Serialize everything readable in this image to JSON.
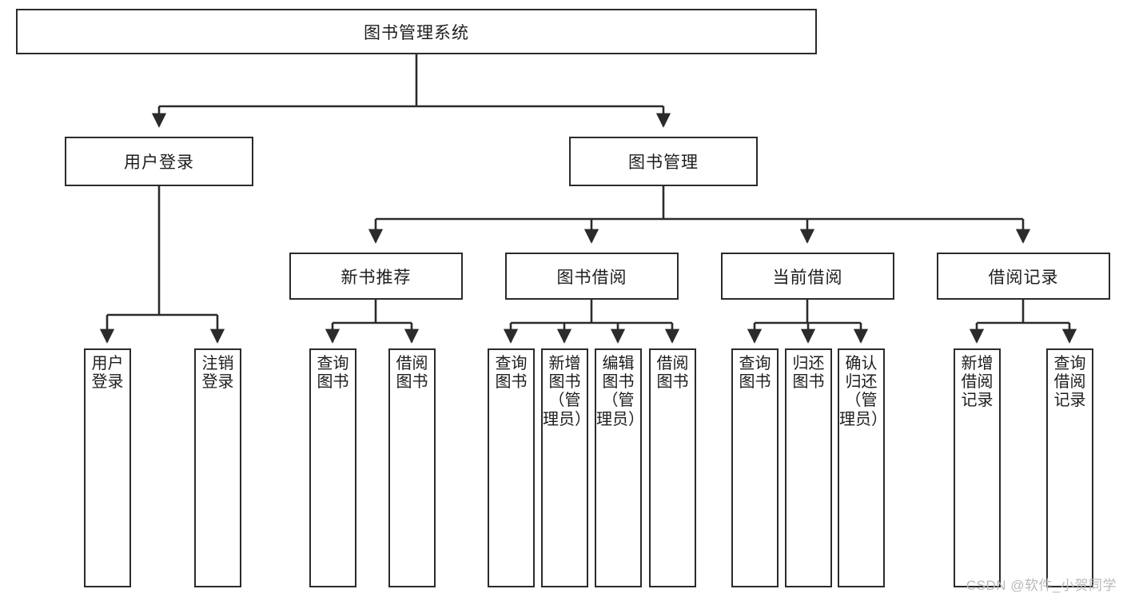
{
  "diagram": {
    "title": "图书管理系统",
    "type": "tree-hierarchy-chart",
    "root": {
      "label": "图书管理系统"
    },
    "level1": [
      {
        "label": "用户登录"
      },
      {
        "label": "图书管理"
      }
    ],
    "level2": [
      {
        "label": "新书推荐"
      },
      {
        "label": "图书借阅"
      },
      {
        "label": "当前借阅"
      },
      {
        "label": "借阅记录"
      }
    ],
    "leaves": {
      "user_login": [
        {
          "label": "用户登录"
        },
        {
          "label": "注销登录"
        }
      ],
      "new_book_recommend": [
        {
          "label": "查询图书"
        },
        {
          "label": "借阅图书"
        }
      ],
      "book_borrow": [
        {
          "label": "查询图书"
        },
        {
          "label": "新增图书（管理员）"
        },
        {
          "label": "编辑图书（管理员）"
        },
        {
          "label": "借阅图书"
        }
      ],
      "current_borrow": [
        {
          "label": "查询图书"
        },
        {
          "label": "归还图书"
        },
        {
          "label": "确认归还（管理员）"
        }
      ],
      "borrow_record": [
        {
          "label": "新增借阅记录"
        },
        {
          "label": "查询借阅记录"
        }
      ]
    }
  },
  "watermark": {
    "text": "CSDN @软件_小贺同学"
  },
  "colors": {
    "box_border": "#2b2b2b",
    "box_fill": "#ffffff",
    "line": "#2b2b2b",
    "text": "#1d1d1d",
    "watermark": "#b9b9b9"
  }
}
